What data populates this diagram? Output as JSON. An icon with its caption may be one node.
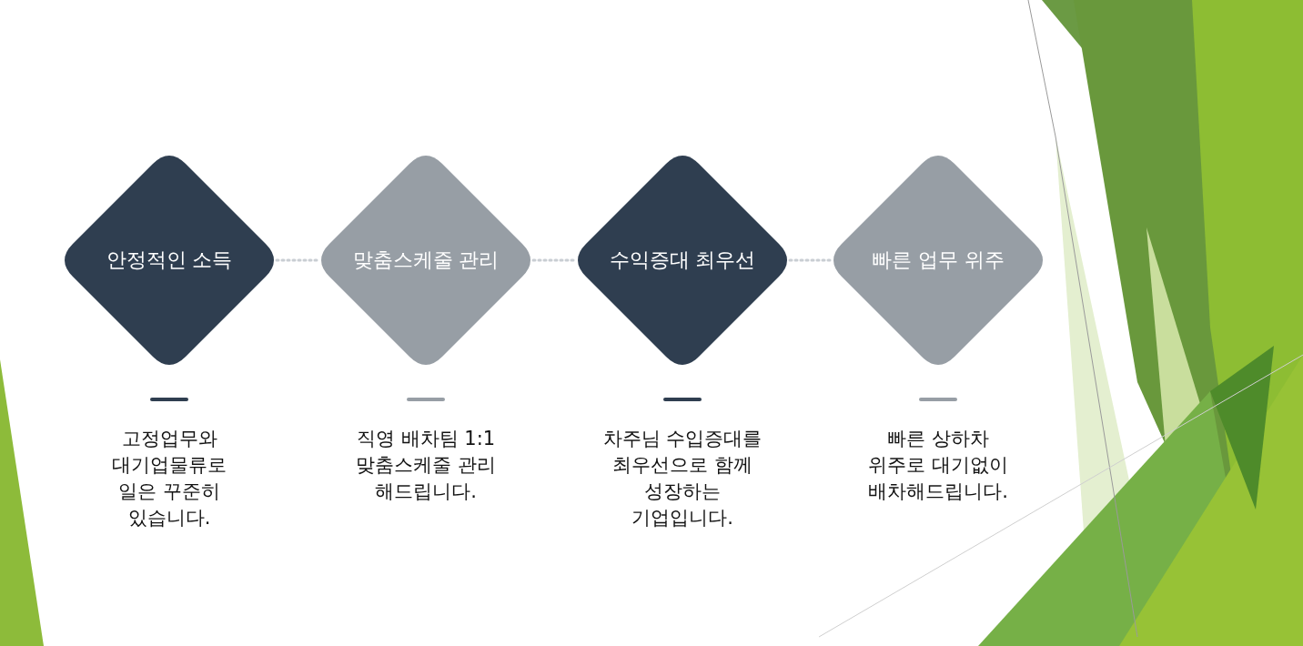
{
  "diagram": {
    "nodes": [
      {
        "text": [
          "안정적인 소득"
        ],
        "beside": [
          "고정업무와 대기업물류로 일은 꾸준히 있습니다."
        ]
      },
      {
        "text": [
          "맞춤스케줄 관리"
        ],
        "beside": [
          "직영 배차팀 1:1 맞춤스케줄 관리 해드립니다."
        ]
      },
      {
        "text": [
          "수익증대 최우선"
        ],
        "beside": [
          "차주님 수입증대를 최우선으로 함께 성장하는 기업입니다."
        ]
      },
      {
        "text": [
          "빠른 업무 위주"
        ],
        "beside": [
          "빠른 상하차 위주로 대기없이 배차해드립니다."
        ]
      }
    ],
    "edges": [
      {
        "from": 0,
        "to": 1,
        "arrow": "none",
        "style": "dashed"
      },
      {
        "from": 1,
        "to": 2,
        "arrow": "none",
        "style": "dashed"
      },
      {
        "from": 2,
        "to": 3,
        "arrow": "none",
        "style": "dashed"
      }
    ]
  }
}
